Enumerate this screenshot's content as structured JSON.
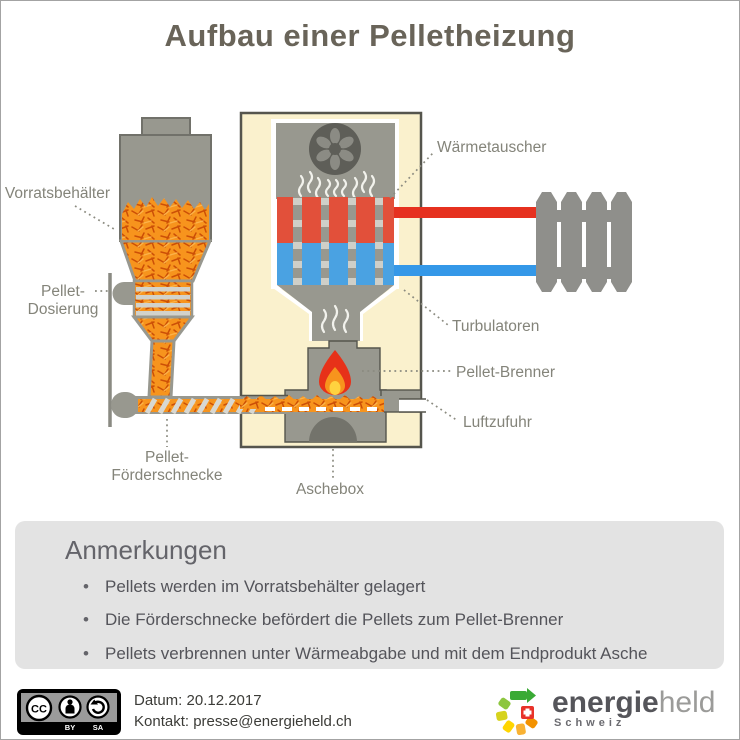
{
  "title": "Aufbau einer Pelletheizung",
  "diagram": {
    "labels": {
      "vorratsbehaelter": "Vorratsbehälter",
      "dosierung_line1": "Pellet-",
      "dosierung_line2": "Dosierung",
      "foerderschnecke_line1": "Pellet-",
      "foerderschnecke_line2": "Förderschnecke",
      "aschebox": "Aschebox",
      "waermetauscher": "Wärmetauscher",
      "turbulatoren": "Turbulatoren",
      "pellet_brenner": "Pellet-Brenner",
      "luftzufuhr": "Luftzufuhr"
    },
    "colors": {
      "machine_gray": "#98988f",
      "boiler_background": "#faf1cd",
      "boiler_border": "#55554d",
      "pellet_orange": "#f7941d",
      "pellet_dark_stroke": "#cc4f06",
      "hot_pipe_red": "#e6311f",
      "cold_pipe_blue": "#3498e8",
      "exchanger_red": "#e2503a",
      "exchanger_blue": "#4aa2e2",
      "flame_red": "#e73119",
      "flame_orange": "#f7941d",
      "flame_yellow": "#ffd23f",
      "ash_dome_gray": "#73736b",
      "label_gray": "#84847a",
      "notes_background": "#e3e3e3"
    }
  },
  "notes": {
    "heading": "Anmerkungen",
    "items": [
      "Pellets werden im Vorratsbehälter gelagert",
      "Die Förderschnecke befördert die Pellets zum Pellet-Brenner",
      "Pellets verbrennen unter Wärmeabgabe und mit dem Endprodukt Asche"
    ]
  },
  "footer": {
    "license": {
      "cc": "CC",
      "by": "BY",
      "sa": "SA"
    },
    "date_label": "Datum: 20.12.2017",
    "contact_label": "Kontakt: presse@energieheld.ch",
    "logo": {
      "bold_part": "energie",
      "light_part": "held",
      "subtitle": "Schweiz"
    }
  }
}
